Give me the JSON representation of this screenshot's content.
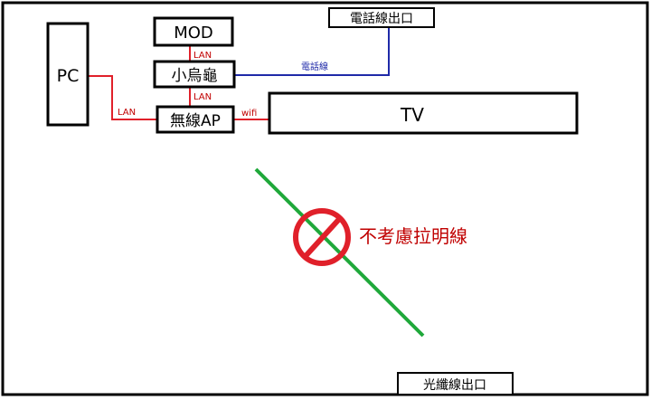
{
  "nodes": {
    "pc": "PC",
    "mod": "MOD",
    "router": "小烏龜",
    "wireless_ap": "無線AP",
    "tv": "TV",
    "phone_outlet": "電話線出口",
    "fiber_outlet": "光纖線出口"
  },
  "links": {
    "mod_router": "LAN",
    "router_ap": "LAN",
    "pc_ap": "LAN",
    "ap_tv": "wifi",
    "router_phone": "電話線"
  },
  "annotation": {
    "no_exposed_cable": "不考慮拉明線"
  },
  "colors": {
    "lan_line": "#e0202a",
    "phone_line": "#1f2aa8",
    "route_line": "#1fa83a",
    "prohibit_sign": "#e0202a",
    "label_red": "#c00000"
  }
}
